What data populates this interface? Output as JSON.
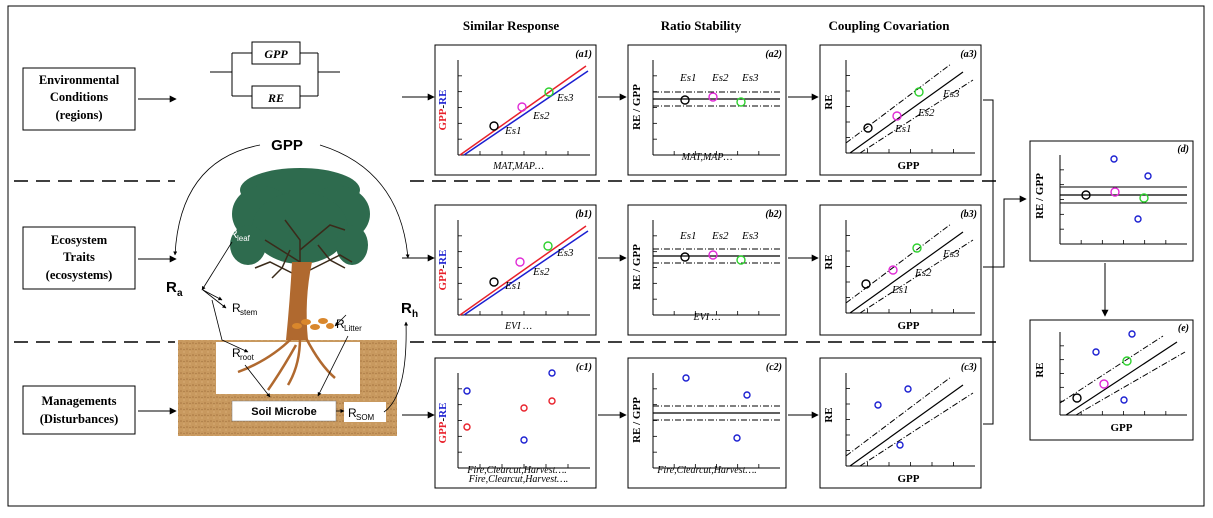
{
  "column_headers": {
    "similar": "Similar Response",
    "ratio": "Ratio Stability",
    "coupling": "Coupling Covariation"
  },
  "rows": {
    "env": {
      "line1": "Environmental",
      "line2": "Conditions",
      "line3": "(regions)"
    },
    "eco": {
      "line1": "Ecosystem",
      "line2": "Traits",
      "line3": "(ecosystems)"
    },
    "man": {
      "line1": "Managements",
      "line2": "(Disturbances)"
    }
  },
  "parallel": {
    "gpp": "GPP",
    "re": "RE"
  },
  "tree": {
    "gpp": "GPP",
    "ra_main": "R",
    "ra_sub": "a",
    "rh_main": "R",
    "rh_sub": "h",
    "rleaf_main": "R",
    "rleaf_sub": "leaf",
    "rstem_main": "R",
    "rstem_sub": "stem",
    "rroot_main": "R",
    "rroot_sub": "root",
    "rlitter_main": "R",
    "rlitter_sub": "Litter",
    "rsom_main": "R",
    "rsom_sub": "SOM",
    "microbe": "Soil Microbe"
  },
  "panel_labels": {
    "a1": "(a1)",
    "a2": "(a2)",
    "a3": "(a3)",
    "b1": "(b1)",
    "b2": "(b2)",
    "b3": "(b3)",
    "c1": "(c1)",
    "c2": "(c2)",
    "c3": "(c3)",
    "d": "(d)",
    "e": "(e)"
  },
  "axis_labels": {
    "gpp_minus": "GPP",
    "dash": "-",
    "re": "RE",
    "re_over_gpp": "RE / GPP",
    "gpp": "GPP"
  },
  "x_captions": {
    "a1": "MAT,MAP…",
    "a2": "MAT,MAP…",
    "b1": "EVI …",
    "b2": "EVI …",
    "c1": "Fire,Clearcut,Harvest….",
    "c2": "Fire,Clearcut,Harvest…."
  },
  "es": {
    "es1": "Es1",
    "es2": "Es2",
    "es3": "Es3"
  },
  "colors": {
    "black": "#000000",
    "red": "#e8212b",
    "blue": "#1b1fd1",
    "magenta": "#e02bd6",
    "green": "#2ed12e",
    "tree": "#2e6b4e",
    "trunk": "#b0692f",
    "soil": "#c8995f"
  }
}
